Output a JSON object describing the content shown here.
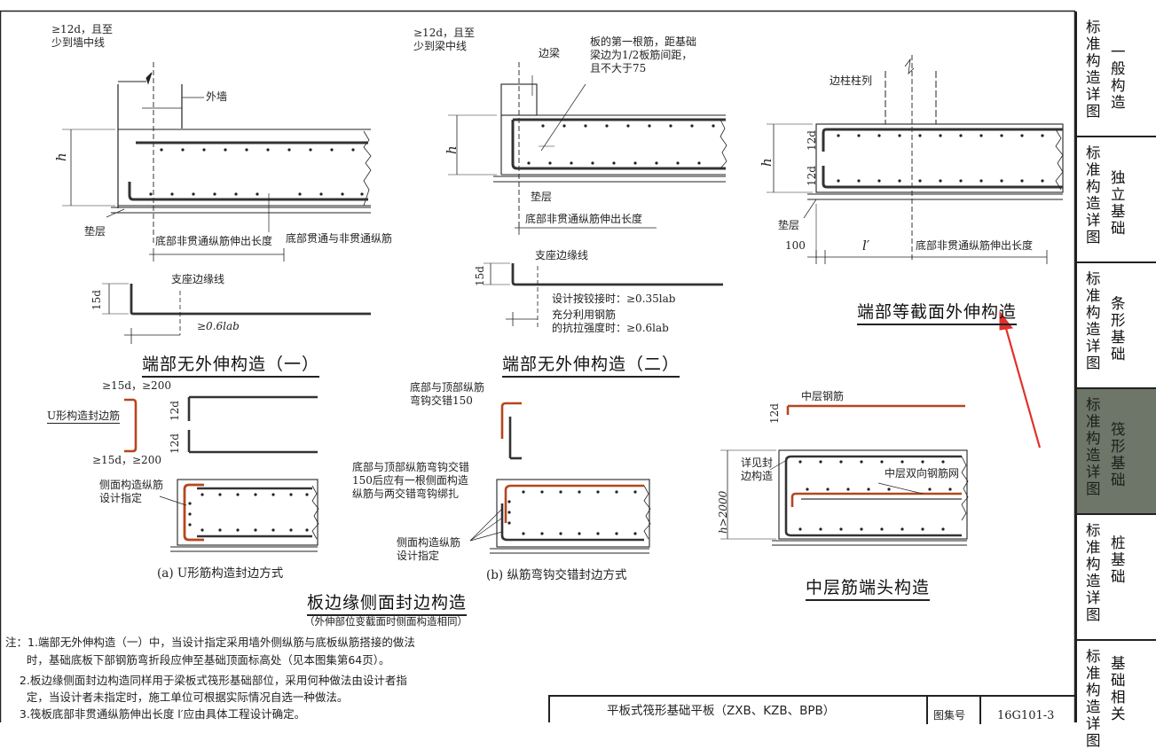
{
  "sidebar": {
    "tabs": [
      {
        "col1": "标准构造详图",
        "col2": "一般构造",
        "active": false
      },
      {
        "col1": "标准构造详图",
        "col2": "独立基础",
        "active": false
      },
      {
        "col1": "标准构造详图",
        "col2": "条形基础",
        "active": false
      },
      {
        "col1": "标准构造详图",
        "col2": "筏形基础",
        "active": true
      },
      {
        "col1": "标准构造详图",
        "col2": "桩基础",
        "active": false
      },
      {
        "col1": "标准构造详图",
        "col2": "基础相关",
        "active": false
      }
    ]
  },
  "d1": {
    "label_12d": "≥12d，且至\n少到墙中线",
    "wall": "外墙",
    "h": "h",
    "cushion": "垫层",
    "ext_len": "底部非贯通纵筋伸出长度",
    "bars": "底部贯通与非贯通纵筋",
    "support": "支座边缘线",
    "d15": "15d",
    "anchor": "≥0.6lab",
    "title": "端部无外伸构造（一）"
  },
  "d2": {
    "label_12d": "≥12d，且至\n少到梁中线",
    "edge_beam": "边梁",
    "first_bar": "板的第一根筋，距基础\n梁边为1/2板筋间距，\n且不大于75",
    "h": "h",
    "cushion": "垫层",
    "ext_len": "底部非贯通纵筋伸出长度",
    "support": "支座边缘线",
    "d15": "15d",
    "hinge": "设计按铰接时：≥0.35lab",
    "full": "充分利用钢筋\n的抗拉强度时：≥0.6lab",
    "title": "端部无外伸构造（二）"
  },
  "d3": {
    "col": "边柱柱列",
    "d12a": "12d",
    "d12b": "12d",
    "h": "h",
    "cushion": "垫层",
    "d100": "100",
    "lp": "l′",
    "ext_len": "底部非贯通纵筋伸出长度",
    "title": "端部等截面外伸构造"
  },
  "d4": {
    "top1": "≥15d，≥200",
    "u_label": "U形构造封边筋",
    "d12a": "12d",
    "d12b": "12d",
    "top2": "≥15d，≥200",
    "side_bars": "侧面构造纵筋\n设计指定",
    "caption": "(a)  U形筋构造封边方式"
  },
  "d5": {
    "hook": "底部与顶部纵筋\n弯钩交错150",
    "note": "底部与顶部纵筋弯钩交错\n150后应有一根侧面构造\n纵筋与两交错弯钩绑扎",
    "side_bars": "侧面构造纵筋\n设计指定",
    "caption": "(b)  纵筋弯钩交错封边方式"
  },
  "d6": {
    "mid_bar": "中层钢筋",
    "d12": "12d",
    "see": "详见封\n边构造",
    "h": "h>2000",
    "mesh": "中层双向钢筋网",
    "title": "中层筋端头构造"
  },
  "edge_title": "板边缘侧面封边构造",
  "edge_sub": "（外伸部位变截面时侧面构造相同）",
  "notes": [
    "注：1.端部无外伸构造（一）中，当设计指定采用墙外侧纵筋与底板纵筋搭接的做法",
    "      时，基础底板下部钢筋弯折段应伸至基础顶面标高处（见本图集第64页）。",
    "    2.板边缘侧面封边构造同样用于梁板式筏形基础部位，采用何种做法由设计者指",
    "      定，当设计者未指定时，施工单位可根据实际情况自选一种做法。",
    "    3.筏板底部非贯通纵筋伸出长度 l′应由具体工程设计确定。"
  ],
  "title_block": {
    "name": "平板式筏形基础平板（ZXB、KZB、BPB）",
    "atlas_label": "图集号",
    "atlas_no": "16G101-3"
  },
  "colors": {
    "rebar": "#333333",
    "highlight": "#b5461e",
    "arrow": "#e0302a",
    "active_tab": "#6e7569"
  }
}
